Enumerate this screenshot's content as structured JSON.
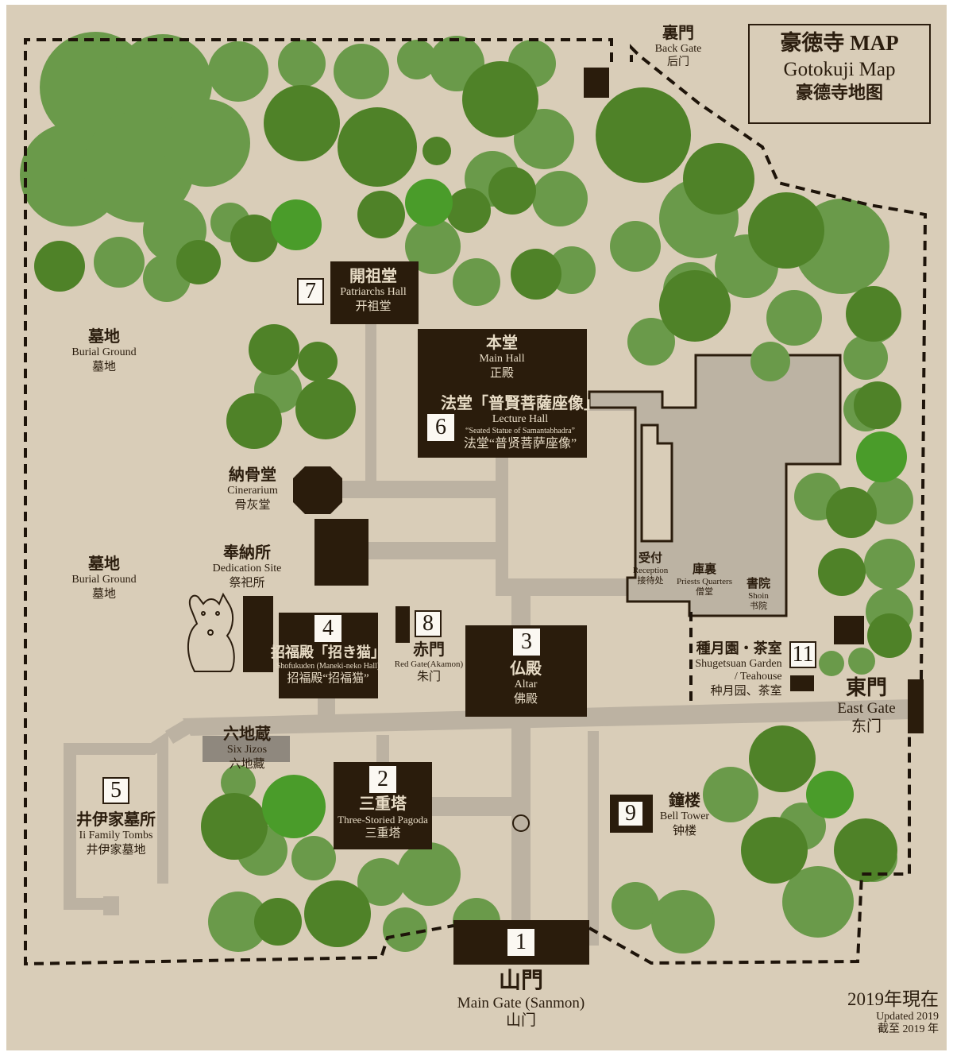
{
  "title": {
    "jp": "豪徳寺 MAP",
    "en": "Gotokuji Map",
    "zh": "豪德寺地图"
  },
  "updated": {
    "jp": "2019年現在",
    "en": "Updated 2019",
    "zh": "截至 2019 年"
  },
  "colors": {
    "ground": "#d9cdb8",
    "path": "#bcb2a2",
    "building": "#2a1c0c",
    "precinct_gray": "#bcb3a3",
    "jizo_box": "#8f887e",
    "tree_light": "#6a9a4a",
    "tree_dark": "#4f8228",
    "tree_bright": "#4a9c2a",
    "boundary": "#1e140a"
  },
  "landmarks": [
    {
      "num": "1",
      "jp": "山門",
      "en": "Main Gate (Sanmon)",
      "zh": "山门"
    },
    {
      "num": "2",
      "jp": "三重塔",
      "en": "Three-Storied Pagoda",
      "zh": "三重塔"
    },
    {
      "num": "3",
      "jp": "仏殿",
      "en": "Altar",
      "zh": "佛殿"
    },
    {
      "num": "4",
      "jp": "招福殿「招き猫」",
      "en": "Shofukuden (Maneki-neko Hall)",
      "zh": "招福殿“招福猫”"
    },
    {
      "num": "5",
      "jp": "井伊家墓所",
      "en": "Ii Family Tombs",
      "zh": "井伊家墓地"
    },
    {
      "num": "6",
      "jp": "法堂「普賢菩薩座像」",
      "en": "Lecture Hall",
      "en2": "“Seated Statue of Samantabhadra”",
      "zh": "法堂“普贤菩萨座像”"
    },
    {
      "num": "7",
      "jp": "開祖堂",
      "en": "Patriarchs Hall",
      "zh": "开祖堂"
    },
    {
      "num": "8",
      "jp": "赤門",
      "en": "Red Gate(Akamon)",
      "zh": "朱门"
    },
    {
      "num": "9",
      "jp": "鐘楼",
      "en": "Bell Tower",
      "zh": "钟楼"
    },
    {
      "num": "11",
      "jp": "種月園・茶室",
      "en": "Shugetsuan Garden",
      "en2": "/ Teahouse",
      "zh": "种月园、茶室"
    }
  ],
  "places": {
    "main_hall": {
      "jp": "本堂",
      "en": "Main Hall",
      "zh": "正殿"
    },
    "back_gate": {
      "jp": "裏門",
      "en": "Back Gate",
      "zh": "后门"
    },
    "east_gate": {
      "jp": "東門",
      "en": "East Gate",
      "zh": "东门"
    },
    "burial_1": {
      "jp": "墓地",
      "en": "Burial Ground",
      "zh": "墓地"
    },
    "burial_2": {
      "jp": "墓地",
      "en": "Burial Ground",
      "zh": "墓地"
    },
    "cinerarium": {
      "jp": "納骨堂",
      "en": "Cinerarium",
      "zh": "骨灰堂"
    },
    "dedication": {
      "jp": "奉納所",
      "en": "Dedication Site",
      "zh": "祭祀所"
    },
    "six_jizos": {
      "jp": "六地蔵",
      "en": "Six Jizos",
      "zh": "六地藏"
    },
    "reception": {
      "jp": "受付",
      "en": "Reception",
      "zh": "接待处"
    },
    "priests": {
      "jp": "庫裏",
      "en": "Priests Quarters",
      "zh": "僧堂"
    },
    "shoin": {
      "jp": "書院",
      "en": "Shoin",
      "zh": "书院"
    }
  }
}
